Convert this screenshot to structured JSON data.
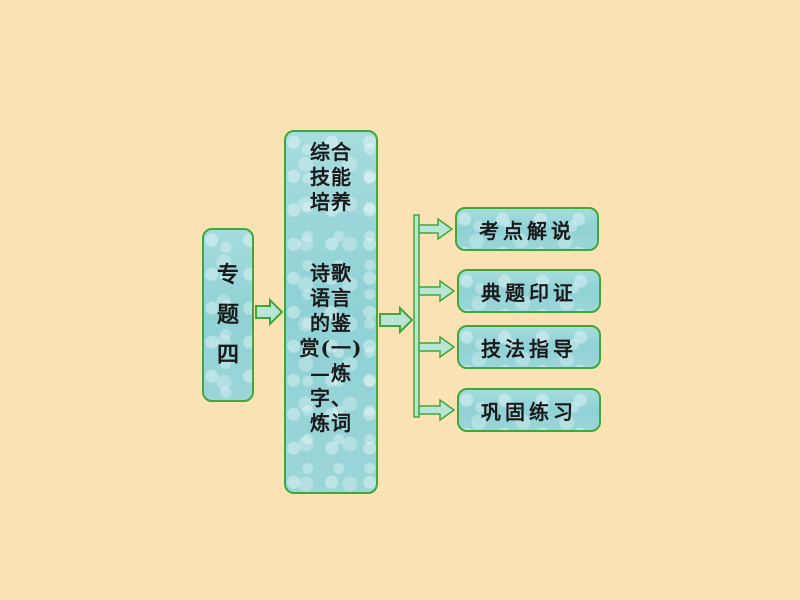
{
  "topic": {
    "label": "专题四",
    "chars": [
      "专",
      "题",
      "四"
    ]
  },
  "center": {
    "lines_a": [
      "综合",
      "技能",
      "培养"
    ],
    "lines_b": [
      "诗歌",
      "语言",
      "的鉴",
      "赏(一)",
      "—炼",
      "字、",
      "炼词"
    ]
  },
  "sections": [
    {
      "label": "考点解说"
    },
    {
      "label": "典题印证"
    },
    {
      "label": "技法指导"
    },
    {
      "label": "巩固练习"
    }
  ],
  "colors": {
    "background": "#fbe2b4",
    "box_fill": "#9fd8db",
    "border": "#3fa83a"
  }
}
